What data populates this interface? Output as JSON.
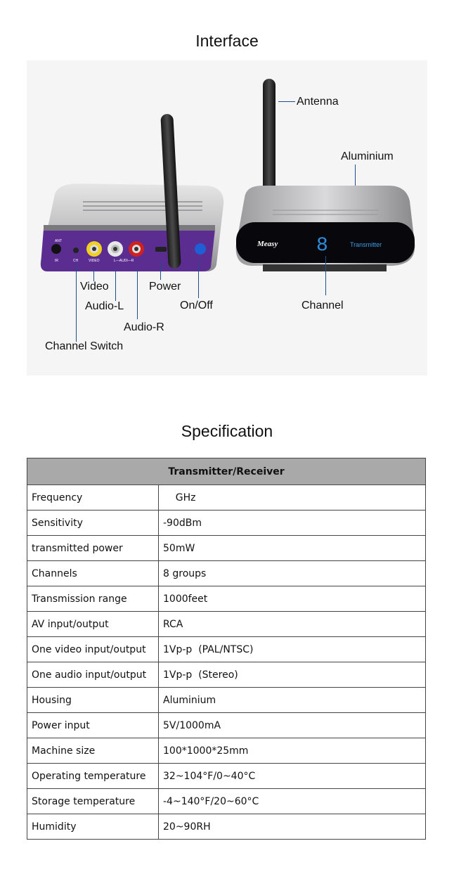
{
  "interface": {
    "title": "Interface",
    "labels": {
      "antenna": "Antenna",
      "aluminium": "Aluminium",
      "video": "Video",
      "power": "Power",
      "audio_l": "Audio-L",
      "on_off": "On/Off",
      "channel": "Channel",
      "audio_r": "Audio-R",
      "channel_switch": "Channel Switch"
    },
    "device_text": {
      "brand": "Measy",
      "display_digit": "8",
      "transmitter": "Transmitter",
      "port_ant": "ANT",
      "port_ir": "IR",
      "port_ch": "CH",
      "port_video": "VIDEO",
      "port_audio": "L—AUDI—R"
    }
  },
  "specification": {
    "title": "Specification",
    "header": "Transmitter/Receiver",
    "rows": [
      {
        "key": "Frequency",
        "value": "    GHz"
      },
      {
        "key": "Sensitivity",
        "value": "-90dBm"
      },
      {
        "key": "transmitted power",
        "value": "50mW"
      },
      {
        "key": "Channels",
        "value": "8 groups"
      },
      {
        "key": "Transmission range",
        "value": "1000feet"
      },
      {
        "key": "AV input/output",
        "value": "RCA"
      },
      {
        "key": "One video input/output",
        "value": "1Vp-p  (PAL/NTSC)"
      },
      {
        "key": "One audio input/output",
        "value": "1Vp-p  (Stereo)"
      },
      {
        "key": "Housing",
        "value": "Aluminium"
      },
      {
        "key": "Power input",
        "value": "5V/1000mA"
      },
      {
        "key": "Machine size",
        "value": "100*1000*25mm"
      },
      {
        "key": "Operating temperature",
        "value": "32~104°F/0~40°C"
      },
      {
        "key": "Storage temperature",
        "value": "-4~140°F/20~60°C"
      },
      {
        "key": "Humidity",
        "value": "20~90RH"
      }
    ]
  },
  "colors": {
    "purple_panel": "#5b2d91",
    "callout_line": "#1e4e8c",
    "display_blue": "#2a8fe0",
    "table_header": "#a9a9a9"
  }
}
